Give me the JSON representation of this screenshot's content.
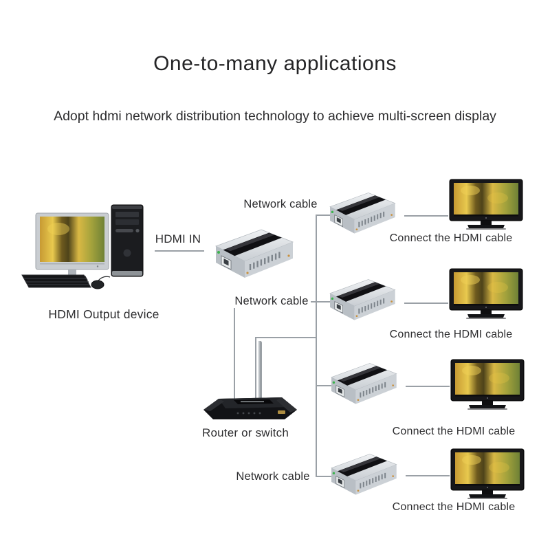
{
  "page": {
    "title": "One-to-many applications",
    "subtitle": "Adopt hdmi network distribution technology to achieve multi-screen display"
  },
  "source": {
    "label": "HDMI Output device",
    "port_label": "HDMI IN"
  },
  "cables": {
    "top": "Network cable",
    "middle": "Network cable",
    "bottom": "Network cable"
  },
  "router": {
    "label": "Router or switch"
  },
  "receivers": [
    {
      "connect_label": "Connect the HDMI cable"
    },
    {
      "connect_label": "Connect the HDMI cable"
    },
    {
      "connect_label": "Connect the HDMI cable"
    },
    {
      "connect_label": "Connect the HDMI cable"
    }
  ],
  "colors": {
    "line": "#9aa0a6",
    "text": "#2d2d2f",
    "title_text": "#242426",
    "device_silver": "#d9dde1",
    "device_dark": "#131417",
    "led_green": "#3bb44d",
    "screen_gold": "#d9b542",
    "screen_green": "#7d8c3a"
  }
}
